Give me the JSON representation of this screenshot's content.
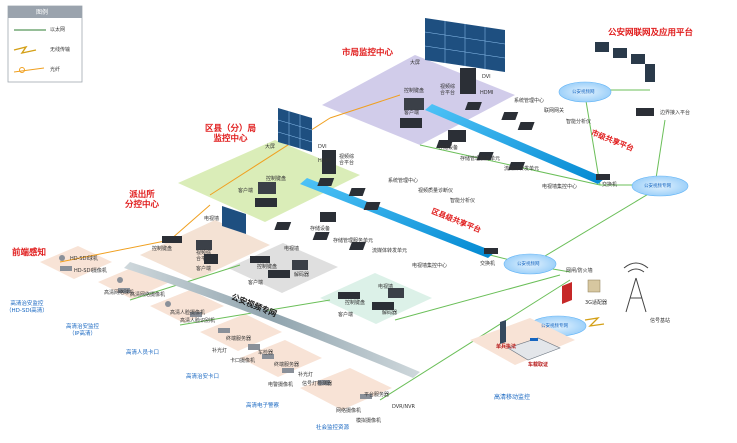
{
  "legend": {
    "title": "图例",
    "items": [
      {
        "label": "以太网",
        "icon": "ethernet-line-icon",
        "color": "#2e7d32"
      },
      {
        "label": "无线传输",
        "icon": "wireless-bolt-icon",
        "color": "#d4a017"
      },
      {
        "label": "光纤",
        "icon": "fiber-icon",
        "color": "#f0a020"
      }
    ]
  },
  "regions": {
    "city": "市局监控中心",
    "district": "区县（分）局\n监控中心",
    "police": "派出所\n分控中心",
    "front": "前端感知",
    "public_net": "公安网联网及应用平台",
    "mobile": "高清移动监控"
  },
  "networks": {
    "city_share": "市级共享平台",
    "district_share": "区县级共享平台",
    "video_net": "公安视频专网",
    "cloud1": "公安视频网",
    "cloud2": "公安视频专网",
    "cloud3": "公安视频网",
    "cloud4": "公安视频专网"
  },
  "city_labels": {
    "bigscreen": "大屏",
    "matrix": "视频综\n合平台",
    "client": "客户端",
    "keyboard": "控制键盘",
    "dvi": "DVI",
    "hdmi": "HDMI",
    "sys_mgr": "系统管理中心",
    "gateway": "联网网关",
    "analysis": "智能分析仪",
    "storage": "存储设备",
    "storage_mgr": "存储管理服务单元",
    "stream": "流媒体转发单元",
    "tvwall": "电视墙集控中心",
    "switch": "交换机",
    "boundary": "边界接入平台"
  },
  "district_labels": {
    "bigscreen": "大屏",
    "matrix": "视频综\n合平台",
    "client": "客户端",
    "keyboard": "控制键盘",
    "dvi": "DVI",
    "hdmi": "HDMI",
    "sys_mgr": "系统管理中心",
    "diag": "视频质量诊断仪",
    "analysis": "智能分析仪",
    "storage": "存储设备",
    "storage_mgr": "存储管理服务单元",
    "stream": "流媒体转发单元",
    "tvwall": "电视墙集控中心",
    "switch": "交换机"
  },
  "police_labels": {
    "tvwall": "电视墙",
    "keyboard": "控制键盘",
    "matrix": "视频综\n合平台",
    "client": "客户端"
  },
  "sub_centers": [
    {
      "tvwall": "电视墙",
      "keyboard": "控制键盘",
      "decoder": "解码器",
      "client": "客户端"
    },
    {
      "tvwall": "电视墙",
      "keyboard": "控制键盘",
      "decoder": "解码器",
      "client": "客户端"
    }
  ],
  "front_groups": [
    {
      "label": "高清治安监控\n（HD-SDI高清）",
      "devices": [
        "HD-SDI球机",
        "HD-SDI摄像机"
      ]
    },
    {
      "label": "高清治安监控\n（IP高清）",
      "devices": [
        "高清网络球机",
        "高清网络摄像机"
      ]
    },
    {
      "label": "高清人员卡口",
      "devices": [
        "高清人脸摄像机",
        "高清人脸识别机"
      ]
    },
    {
      "label": "高清治安卡口",
      "devices": [
        "终端服务器",
        "补光灯",
        "卡口摄像机",
        "车检器"
      ]
    },
    {
      "label": "高清电子警察",
      "devices": [
        "终端服务器",
        "电警摄像机",
        "补光灯",
        "信号灯检测器"
      ]
    },
    {
      "label": "社会监控资源",
      "devices": [
        "平台服务器",
        "网络摄像机",
        "模拟摄像机",
        "DVR/NVR"
      ]
    }
  ],
  "mobile_labels": {
    "firewall": "网闸/防火墙",
    "gateway3g": "3G适配器",
    "base": "信号基站",
    "single": "单兵执法",
    "car": "车载取证"
  }
}
